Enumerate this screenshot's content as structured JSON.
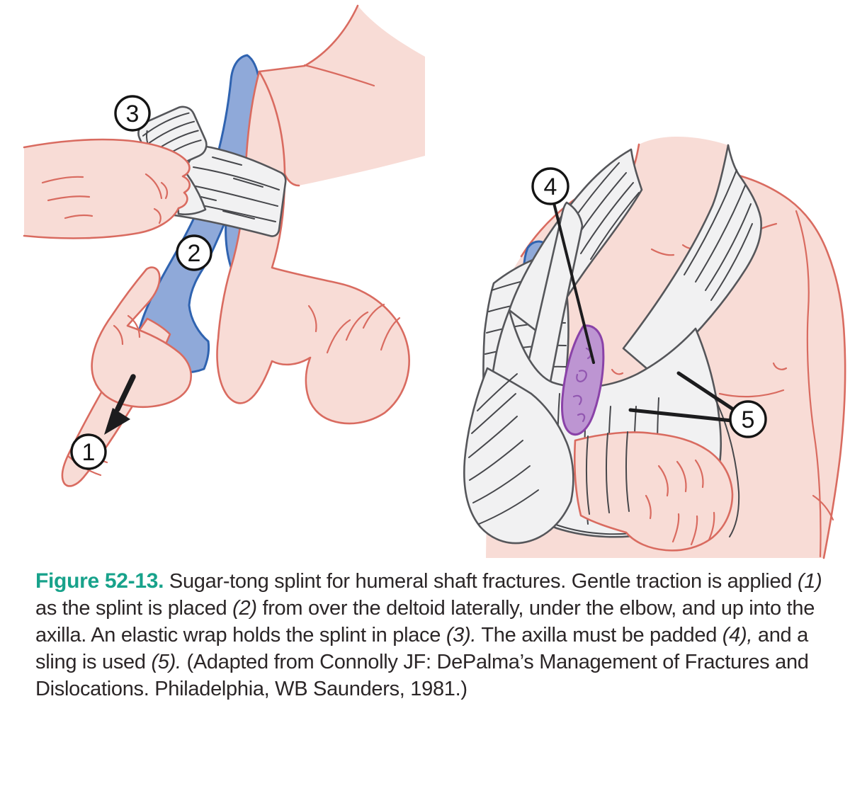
{
  "figure": {
    "callouts": [
      {
        "number": "1"
      },
      {
        "number": "2"
      },
      {
        "number": "3"
      },
      {
        "number": "4"
      },
      {
        "number": "5"
      }
    ],
    "caption": {
      "label": "Figure 52-13.",
      "segments": [
        {
          "text": " Sugar-tong splint for humeral shaft fractures. Gentle traction is applied ",
          "italic": false
        },
        {
          "text": "(1)",
          "italic": true
        },
        {
          "text": " as the splint is placed ",
          "italic": false
        },
        {
          "text": "(2)",
          "italic": true
        },
        {
          "text": " from over the deltoid laterally, under the elbow, and up into the axilla. An elastic wrap holds the splint in place ",
          "italic": false
        },
        {
          "text": "(3).",
          "italic": true
        },
        {
          "text": " The axilla must be padded ",
          "italic": false
        },
        {
          "text": "(4),",
          "italic": true
        },
        {
          "text": " and a sling is used ",
          "italic": false
        },
        {
          "text": "(5).",
          "italic": true
        },
        {
          "text": " (Adapted from Connolly JF: DePalma’s Management of Fractures and Dislocations. Philadelphia, WB Saunders, 1981.)",
          "italic": false
        }
      ]
    },
    "colors": {
      "figure_label_teal": "#18a28b",
      "skin": "#f8dcd6",
      "skin_outline": "#d96b60",
      "splint_blue": "#8fa9d9",
      "splint_blue_outline": "#2f63b0",
      "bandage": "#f1f1f2",
      "bandage_outline": "#55565a",
      "pad_purple": "#bd95d2",
      "pad_purple_outline": "#8a42a8",
      "text": "#2b2627",
      "ink": "#141414"
    }
  }
}
